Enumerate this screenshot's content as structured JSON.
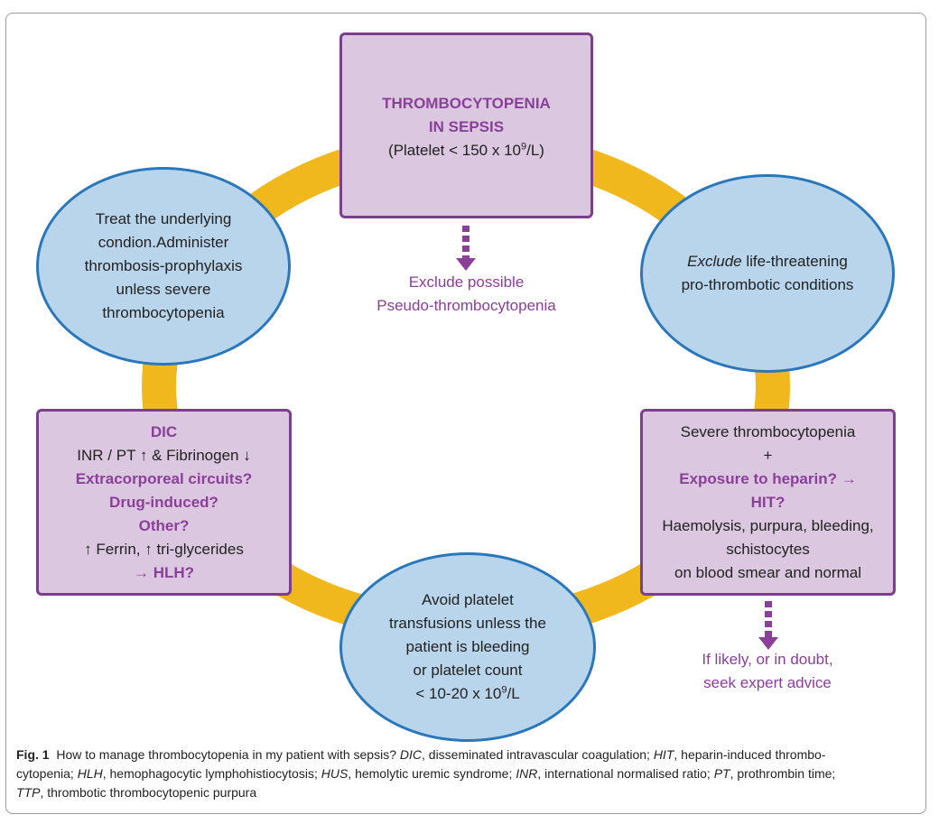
{
  "top_box": {
    "title_1": "THROMBOCYTOPENIA",
    "title_2": "IN SEPSIS",
    "sub_prefix": "(Platelet < 150 x 10",
    "sub_sup": "9",
    "sub_suffix": "/L)"
  },
  "note_top": {
    "line_1": "Exclude possible",
    "line_2": "Pseudo-thrombocytopenia"
  },
  "ellipse_right": {
    "italic": "Exclude",
    "rest": " life-threatening",
    "line_2": "pro-thrombotic conditions"
  },
  "right_box": {
    "line_1": "Severe thrombocytopenia",
    "line_2": "+",
    "line_3": "Exposure to heparin? →",
    "line_4": "HIT?",
    "line_5": "Haemolysis, purpura, bleeding,",
    "line_6": "schistocytes",
    "line_7": "on blood smear and normal"
  },
  "note_right": {
    "line_1": "If likely, or in doubt,",
    "line_2": "seek expert advice"
  },
  "ellipse_bottom": {
    "line_1": "Avoid platelet",
    "line_2": "transfusions unless the",
    "line_3": "patient is bleeding",
    "line_4": "or platelet count",
    "line_5_prefix": "< 10-20 x 10",
    "line_5_sup": "9",
    "line_5_suffix": "/L"
  },
  "left_box": {
    "line_1": "DIC",
    "line_2": "INR / PT ↑ & Fibrinogen ↓",
    "line_3": "Extracorporeal circuits?",
    "line_4": "Drug-induced?",
    "line_5": "Other?",
    "line_6": "↑ Ferrin, ↑ tri-glycerides",
    "line_7": "→ HLH?"
  },
  "ellipse_left": {
    "line_1": "Treat the underlying",
    "line_2": "condion.Administer",
    "line_3": "thrombosis-prophylaxis",
    "line_4": "unless severe",
    "line_5": "thrombocytopenia"
  },
  "caption": {
    "fig": "Fig. 1",
    "t1": "  How to manage thrombocytopenia in my patient with sepsis? ",
    "a1": "DIC",
    "d1": ", disseminated intravascular coagulation; ",
    "a2": "HIT",
    "d2": ", heparin-induced thrombo-",
    "d2b": "cytopenia; ",
    "a3": "HLH",
    "d3": ", hemophagocytic lymphohistiocytosis; ",
    "a4": "HUS",
    "d4": ", hemolytic uremic syndrome; ",
    "a5": "INR",
    "d5": ", international normalised ratio; ",
    "a6": "PT",
    "d6": ", prothrombin time;",
    "a7": "TTP",
    "d7": ", thrombotic thrombocytopenic purpura"
  },
  "colors": {
    "ring": "#f0b81c",
    "rect_fill": "#dcc7e0",
    "rect_border": "#7b3f8c",
    "ellipse_fill": "#b9d5ec",
    "ellipse_border": "#2a78bb",
    "accent_text": "#8a3f99"
  }
}
